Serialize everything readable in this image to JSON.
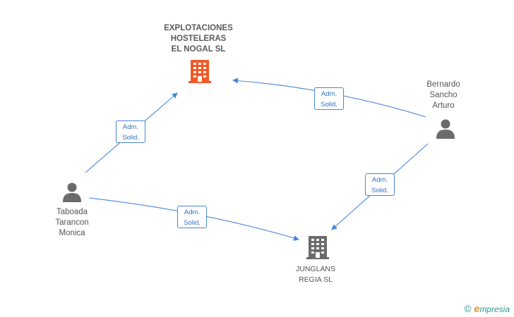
{
  "nodes": {
    "company_main": {
      "lines": [
        "EXPLOTACIONES",
        "HOSTELERAS",
        "EL NOGAL SL"
      ],
      "color": "#f05a28"
    },
    "company_secondary": {
      "lines": [
        "JUNGLANS",
        "REGIA SL"
      ],
      "color": "#6b6b6b"
    },
    "person_left": {
      "lines": [
        "Taboada",
        "Tarancon",
        "Monica"
      ],
      "color": "#6b6b6b"
    },
    "person_right": {
      "lines": [
        "Bernardo",
        "Sancho",
        "Arturo"
      ],
      "color": "#6b6b6b"
    }
  },
  "relations": [
    {
      "from": "person_left",
      "to": "company_main",
      "lines": [
        "Adm.",
        "Solid."
      ]
    },
    {
      "from": "person_right",
      "to": "company_main",
      "lines": [
        "Adm.",
        "Solid."
      ]
    },
    {
      "from": "person_left",
      "to": "company_secondary",
      "lines": [
        "Adm.",
        "Solid."
      ]
    },
    {
      "from": "person_right",
      "to": "company_secondary",
      "lines": [
        "Adm.",
        "Solid."
      ]
    }
  ],
  "edge_color": "#4a86d6",
  "brand": {
    "copyright_symbol": "©",
    "initial": "e",
    "rest": "mpresia"
  }
}
